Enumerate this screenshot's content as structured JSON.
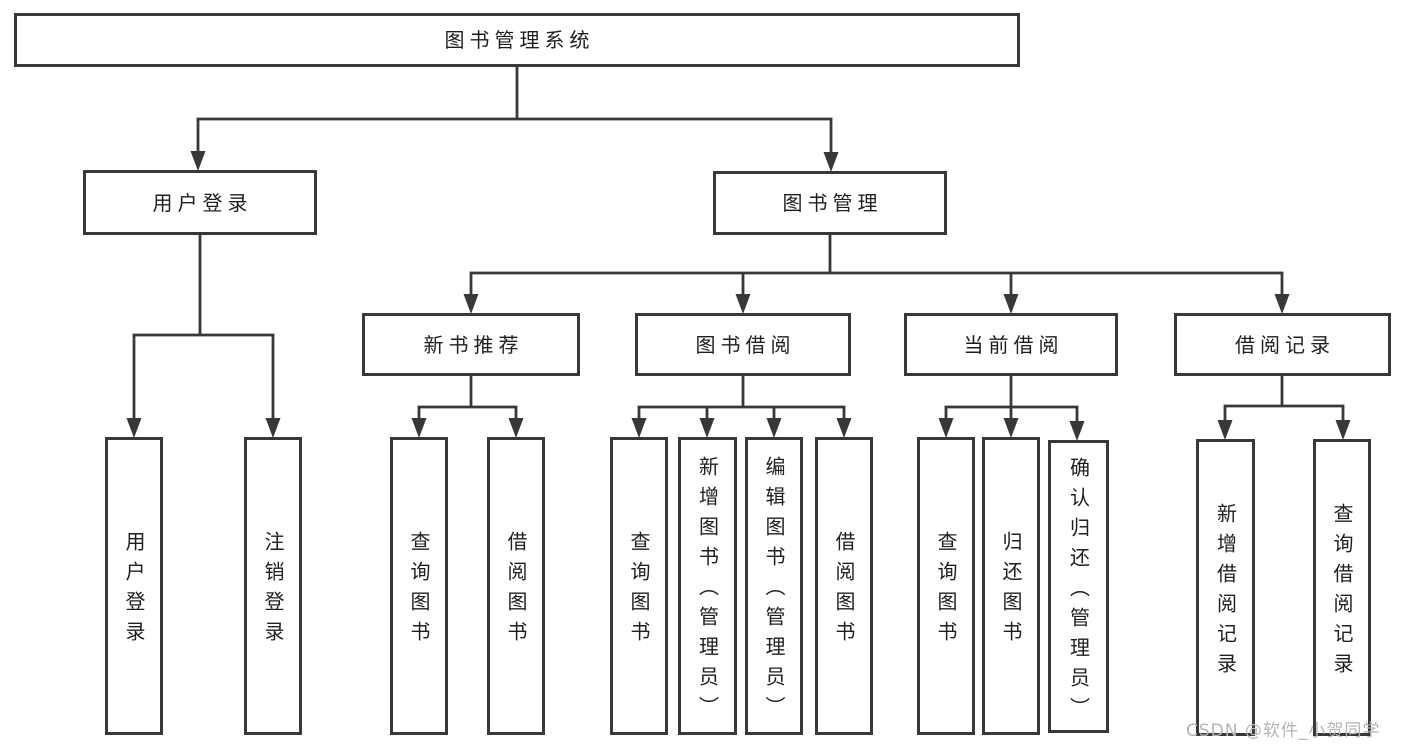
{
  "diagram_title": "图书管理系统",
  "nodes": {
    "root": {
      "label": "图书管理系统"
    },
    "userLogin": {
      "label": "用户登录"
    },
    "bookMgmt": {
      "label": "图书管理"
    },
    "newBookRec": {
      "label": "新书推荐"
    },
    "bookBorrow": {
      "label": "图书借阅"
    },
    "currentBorrow": {
      "label": "当前借阅"
    },
    "borrowRecords": {
      "label": "借阅记录"
    },
    "leafUserLogin": {
      "label": "用户登录"
    },
    "leafLogout": {
      "label": "注销登录"
    },
    "nbrQuery": {
      "label": "查询图书"
    },
    "nbrBorrow": {
      "label": "借阅图书"
    },
    "bbQuery": {
      "label": "查询图书"
    },
    "bbAdd": {
      "label": "新增图书（管理员）"
    },
    "bbEdit": {
      "label": "编辑图书（管理员）"
    },
    "bbBorrow": {
      "label": "借阅图书"
    },
    "cbQuery": {
      "label": "查询图书"
    },
    "cbReturn": {
      "label": "归还图书"
    },
    "cbConfirm": {
      "label": "确认归还（管理员）"
    },
    "brAdd": {
      "label": "新增借阅记录"
    },
    "brQuery": {
      "label": "查询借阅记录"
    }
  },
  "hierarchy": {
    "图书管理系统": {
      "用户登录": [
        "用户登录",
        "注销登录"
      ],
      "图书管理": {
        "新书推荐": [
          "查询图书",
          "借阅图书"
        ],
        "图书借阅": [
          "查询图书",
          "新增图书（管理员）",
          "编辑图书（管理员）",
          "借阅图书"
        ],
        "当前借阅": [
          "查询图书",
          "归还图书",
          "确认归还（管理员）"
        ],
        "借阅记录": [
          "新增借阅记录",
          "查询借阅记录"
        ]
      }
    }
  },
  "watermark": {
    "text": "CSDN @软件_小贺同学"
  },
  "colors": {
    "line": "#383838",
    "box_border": "#383838",
    "text": "#1f1f1f",
    "watermark": "#b5b5b5",
    "background": "#ffffff"
  }
}
